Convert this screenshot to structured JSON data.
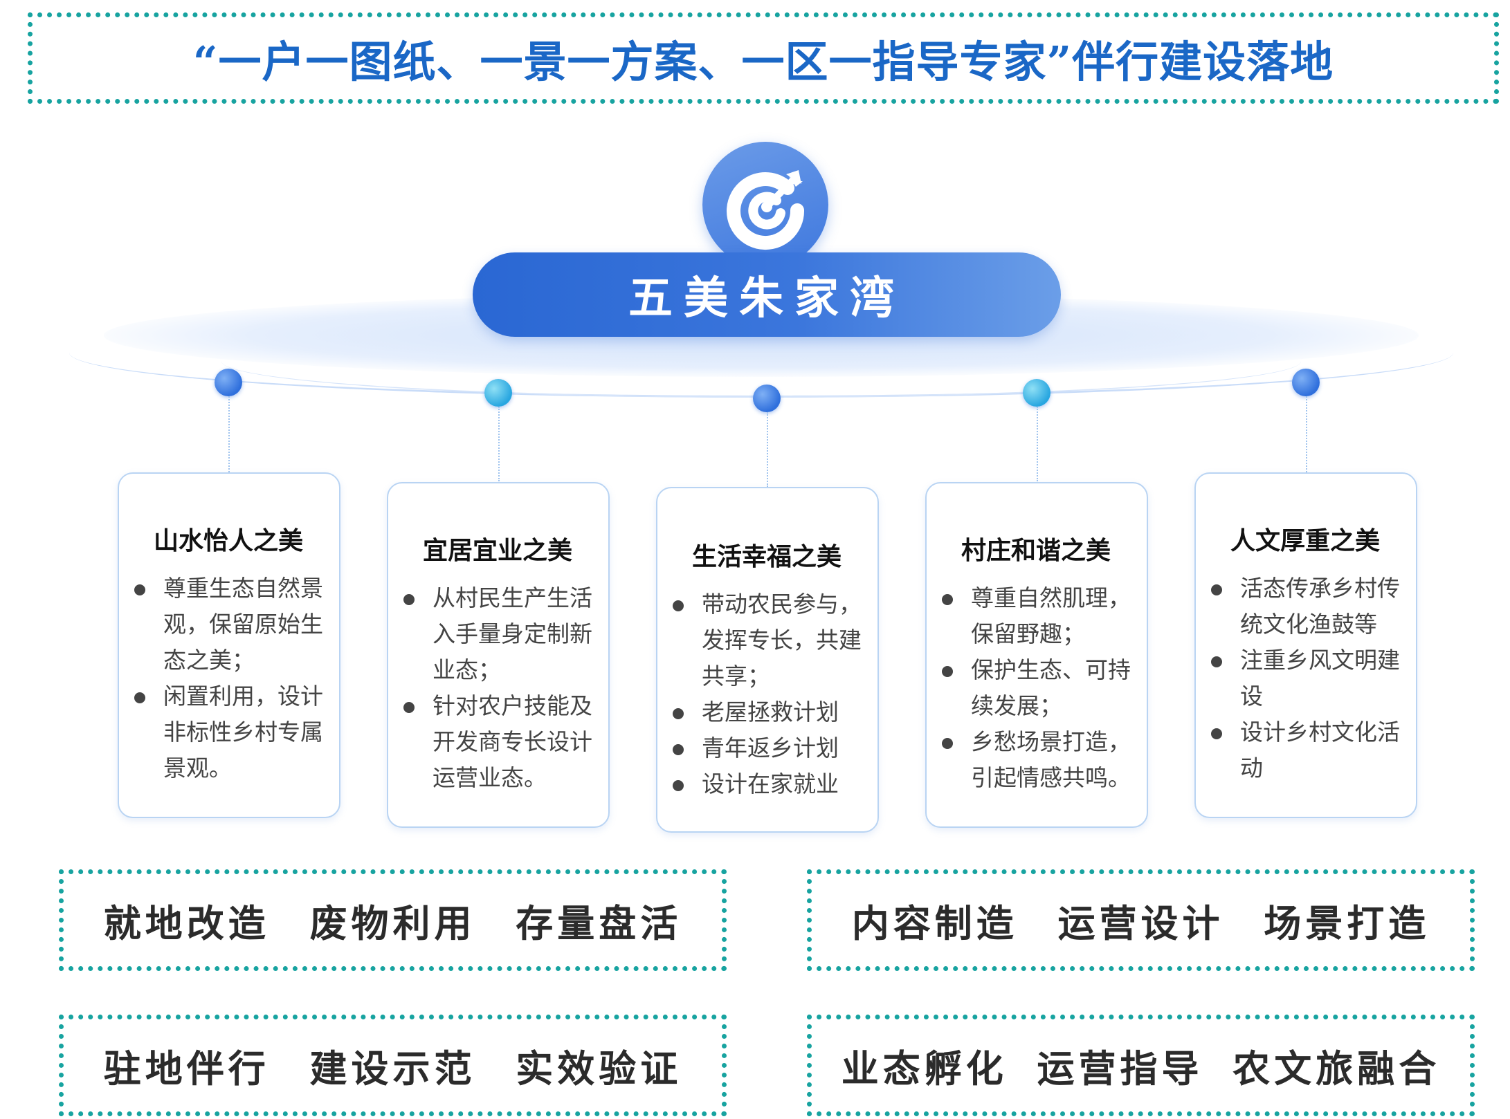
{
  "header": {
    "title": "“一户一图纸、一景一方案、一区一指导专家”伴行建设落地"
  },
  "hub": {
    "title": "五美朱家湾",
    "icon": "target-arrow-icon"
  },
  "colors": {
    "teal_border": "#17a3a0",
    "blue": "#2a67d3",
    "title_blue": "#1a67c6"
  },
  "cards": [
    {
      "title": "山水怡人之美",
      "items": [
        "尊重生态自然景观，保留原始生态之美；",
        "闲置利用，设计非标性乡村专属景观。"
      ]
    },
    {
      "title": "宜居宜业之美",
      "items": [
        "从村民生产生活入手量身定制新业态；",
        "针对农户技能及开发商专长设计运营业态。"
      ]
    },
    {
      "title": "生活幸福之美",
      "items": [
        "带动农民参与，发挥专长，共建共享；",
        "老屋拯救计划",
        "青年返乡计划",
        "设计在家就业"
      ]
    },
    {
      "title": "村庄和谐之美",
      "items": [
        "尊重自然肌理，保留野趣；",
        "保护生态、可持续发展；",
        "乡愁场景打造，引起情感共鸣。"
      ]
    },
    {
      "title": "人文厚重之美",
      "items": [
        "活态传承乡村传统文化渔鼓等",
        "注重乡风文明建设",
        "设计乡村文化活动"
      ]
    }
  ],
  "phrase_boxes": [
    [
      "就地改造",
      "废物利用",
      "存量盘活"
    ],
    [
      "内容制造",
      "运营设计",
      "场景打造"
    ],
    [
      "驻地伴行",
      "建设示范",
      "实效验证"
    ],
    [
      "业态孵化",
      "运营指导",
      "农文旅融合"
    ]
  ]
}
